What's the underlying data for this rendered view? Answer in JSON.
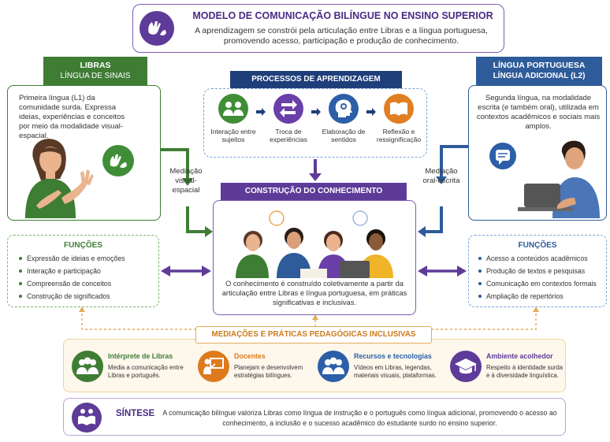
{
  "header": {
    "title": "MODELO DE COMUNICAÇÃO BILÍNGUE NO ENSINO SUPERIOR",
    "subtitle": "A aprendizagem se constrói pela articulação entre Libras e a língua portuguesa, promovendo acesso, participação e produção de conhecimento."
  },
  "libras": {
    "title": "LIBRAS",
    "subtitle": "LÍNGUA DE SINAIS",
    "description": "Primeira língua (L1) da comunidade surda. Expressa ideias, experiências e conceitos por meio da modalidade visual-espacial.",
    "functions_title": "FUNÇÕES",
    "functions": [
      "Expressão de ideias e emoções",
      "Interação e participação",
      "Compreensão de conceitos",
      "Construção de significados"
    ]
  },
  "portuguese": {
    "title": "LÍNGUA PORTUGUESA",
    "subtitle": "LÍNGUA ADICIONAL (L2)",
    "description": "Segunda língua, na modalidade escrita (e também oral), utilizada em contextos acadêmicos e sociais mais amplos.",
    "functions_title": "FUNÇÕES",
    "functions": [
      "Acesso a conteúdos acadêmicos",
      "Produção de textos e pesquisas",
      "Comunicação em contextos formais",
      "Ampliação de repertórios"
    ]
  },
  "processes": {
    "title": "PROCESSOS DE APRENDIZAGEM",
    "steps": [
      {
        "label": "Interação entre sujeitos",
        "color": "#3f8e37"
      },
      {
        "label": "Troca de experiências",
        "color": "#6a3fa8"
      },
      {
        "label": "Elaboração de sentidos",
        "color": "#2c5fa8"
      },
      {
        "label": "Reflexão e ressignificação",
        "color": "#e07f22"
      }
    ]
  },
  "mediation_left": "Mediação visual-espacial",
  "mediation_right": "Mediação oral-escrita",
  "construction": {
    "title": "CONSTRUÇÃO DO CONHECIMENTO",
    "text": "O conhecimento é construído coletivamente a partir da articulação entre Libras e língua portuguesa, em práticas significativas e inclusivas."
  },
  "mediations": {
    "title": "MEDIAÇÕES E PRÁTICAS PEDAGÓGICAS INCLUSIVAS",
    "items": [
      {
        "title": "Intérprete de Libras",
        "desc1": "Media a comunicação entre",
        "desc2": "Libras e português.",
        "color": "#3f7d35"
      },
      {
        "title": "Docentes",
        "desc1": "Planejam e desenvolvem",
        "desc2": "estratégias bilíngues.",
        "color": "#dd7a1c"
      },
      {
        "title": "Recursos e tecnologias",
        "desc1": "Vídeos em Libras, legendas,",
        "desc2": "materiais visuais, plataformas.",
        "color": "#2c5fa8"
      },
      {
        "title": "Ambiente acolhedor",
        "desc1": "Respeito à identidade surda",
        "desc2": "e à diversidade linguística.",
        "color": "#5e3b98"
      }
    ]
  },
  "synthesis": {
    "title": "SÍNTESE",
    "text": "A comunicação bilíngue valoriza Libras como língua de instrução e o português como língua adicional, promovendo o acesso ao conhecimento, a inclusão e o sucesso acadêmico do estudante surdo no ensino superior."
  },
  "colors": {
    "green": "#3f7d35",
    "blue": "#2e5b99",
    "navy": "#1f3f7a",
    "purple": "#5e3b98",
    "orange": "#e07f22"
  }
}
